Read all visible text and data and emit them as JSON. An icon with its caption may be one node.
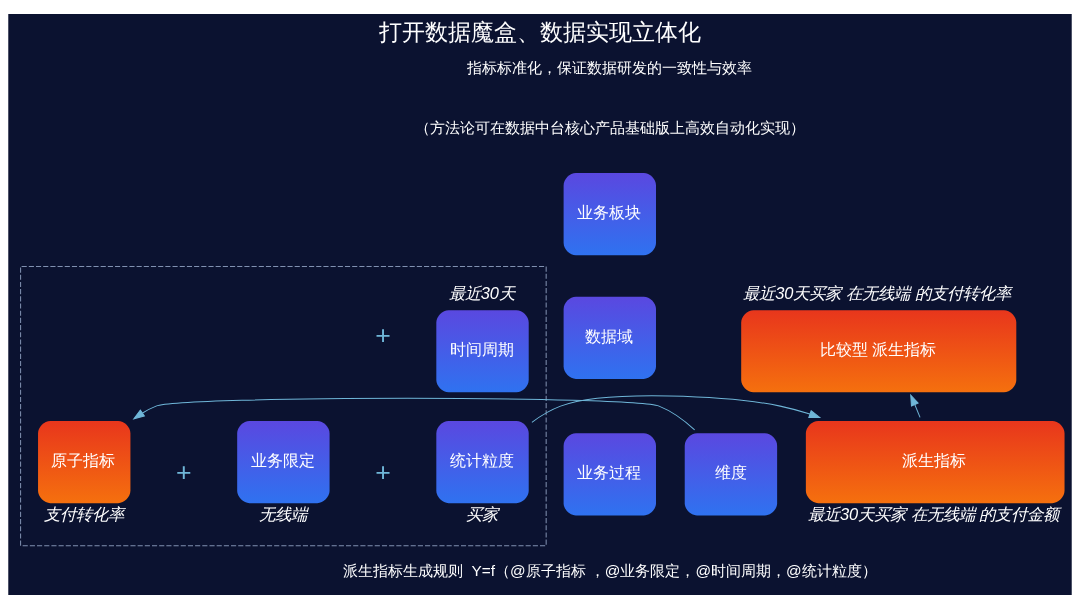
{
  "diagram": {
    "title": "打开数据魔盒、数据实现立体化",
    "nodes": [
      {
        "text": [
          "业务板块"
        ]
      },
      {
        "text": [
          "数据域"
        ]
      },
      {
        "text": [
          "业务过程"
        ]
      },
      {
        "text": [
          "维度"
        ]
      },
      {
        "text": [],
        "shape": "box"
      },
      {
        "text": [
          "时间周期"
        ],
        "in": 4,
        "beside": [
          "最近30天"
        ]
      },
      {
        "text": [
          "原子指标"
        ],
        "in": 4,
        "beside": [
          "支付转化率"
        ]
      },
      {
        "text": [
          "业务限定"
        ],
        "in": 4,
        "beside": [
          "无线端"
        ]
      },
      {
        "text": [
          "统计粒度"
        ],
        "in": 4,
        "beside": [
          "买家"
        ]
      },
      {
        "text": [
          "比较型 派生指标"
        ],
        "beside": [
          "最近30天买家 在无线端 的支付转化率"
        ]
      },
      {
        "text": [
          "派生指标"
        ],
        "beside": [
          "最近30天买家 在无线端 的支付金额"
        ]
      }
    ],
    "edges": [
      {
        "from": 3,
        "to": 6,
        "arrow": "to"
      },
      {
        "from": 8,
        "to": 10,
        "arrow": "to"
      },
      {
        "from": 10,
        "to": 9,
        "arrow": "to"
      }
    ],
    "labels": [
      "指标标准化，保证数据研发的一致性与效率",
      "（方法论可在数据中台核心产品基础版上高效自动化实现）",
      "+",
      "+",
      "+",
      "派生指标生成规则  Y=f（@原子指标 ，@业务限定，@时间周期，@统计粒度）"
    ]
  }
}
